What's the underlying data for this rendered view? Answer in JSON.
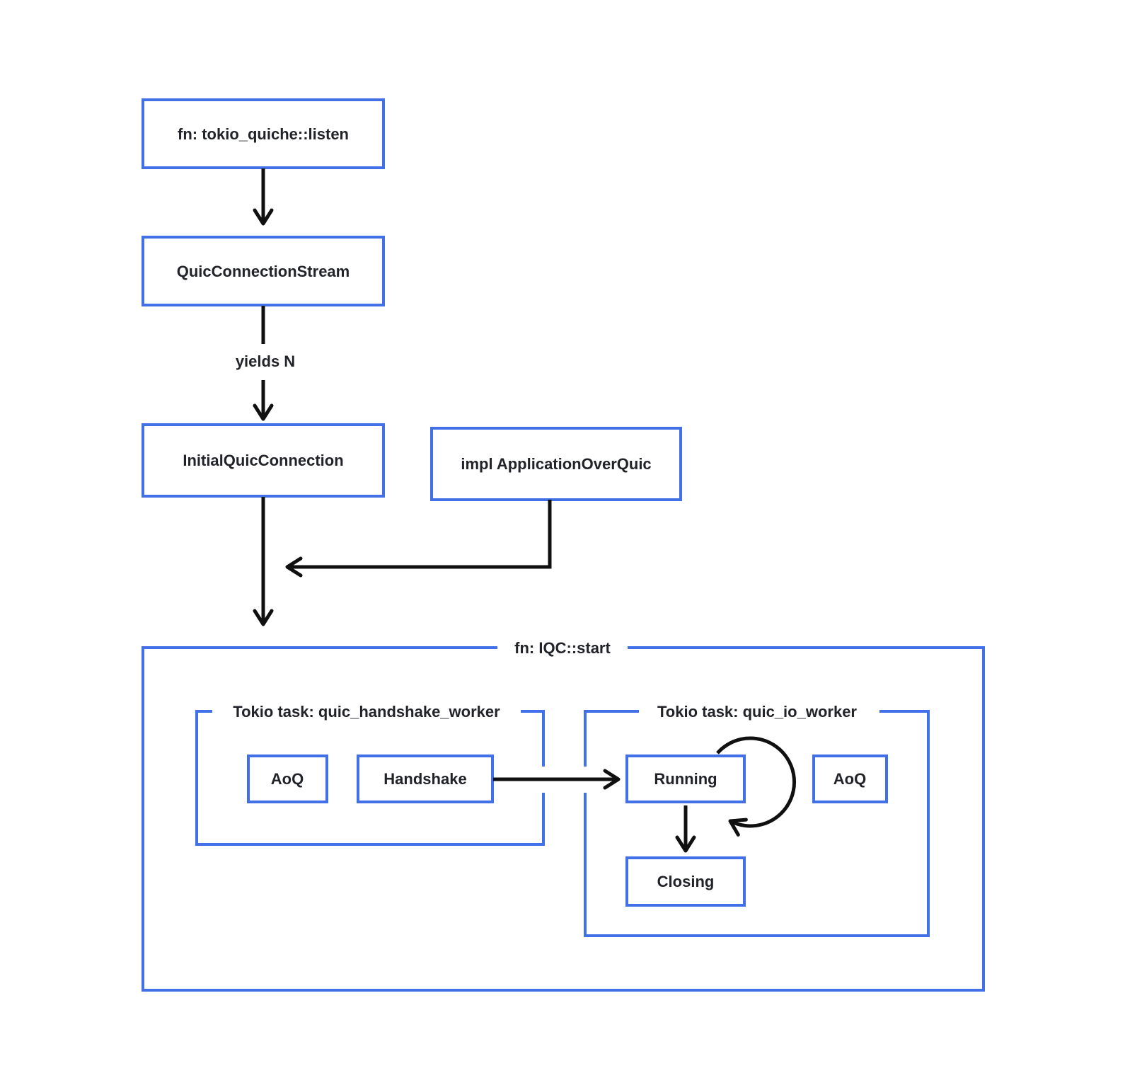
{
  "diagram": {
    "colors": {
      "node_border": "#4170E8",
      "arrow": "#101010",
      "text": "#212328",
      "background": "#FFFFFF"
    },
    "nodes": {
      "listen": "fn: tokio_quiche::listen",
      "quic_connection_stream": "QuicConnectionStream",
      "initial_quic_connection": "InitialQuicConnection",
      "impl_application_over_quic": "impl ApplicationOverQuic",
      "handshake_aoq": "AoQ",
      "handshake": "Handshake",
      "running": "Running",
      "io_aoq": "AoQ",
      "closing": "Closing"
    },
    "containers": {
      "iqc_start": "fn: IQC::start",
      "handshake_worker": "Tokio task: quic_handshake_worker",
      "io_worker": "Tokio task: quic_io_worker"
    },
    "edge_labels": {
      "yields": "yields N"
    }
  }
}
